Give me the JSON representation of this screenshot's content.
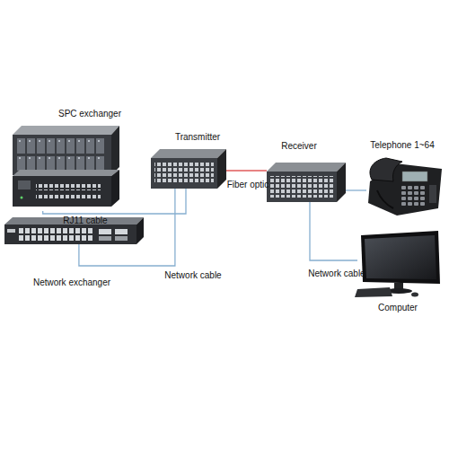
{
  "diagram": {
    "nodes": [
      {
        "text": [
          "SPC exchanger"
        ]
      },
      {
        "text": [
          "Transmitter"
        ]
      },
      {
        "text": [
          "Receiver"
        ]
      },
      {
        "text": [
          "Telephone 1~64"
        ]
      },
      {
        "text": [
          "Network exchanger"
        ]
      },
      {
        "text": [
          "Computer"
        ]
      }
    ],
    "edges": [
      {
        "from": 0,
        "to": 1,
        "arrow": "none",
        "label": "RJ11 cable"
      },
      {
        "from": 1,
        "to": 2,
        "arrow": "none",
        "label": "Fiber optic"
      },
      {
        "from": 2,
        "to": 3,
        "arrow": "none"
      },
      {
        "from": 4,
        "to": 1,
        "arrow": "none",
        "label": "Network cable"
      },
      {
        "from": 2,
        "to": 5,
        "arrow": "none",
        "label": "Network cable"
      }
    ]
  }
}
